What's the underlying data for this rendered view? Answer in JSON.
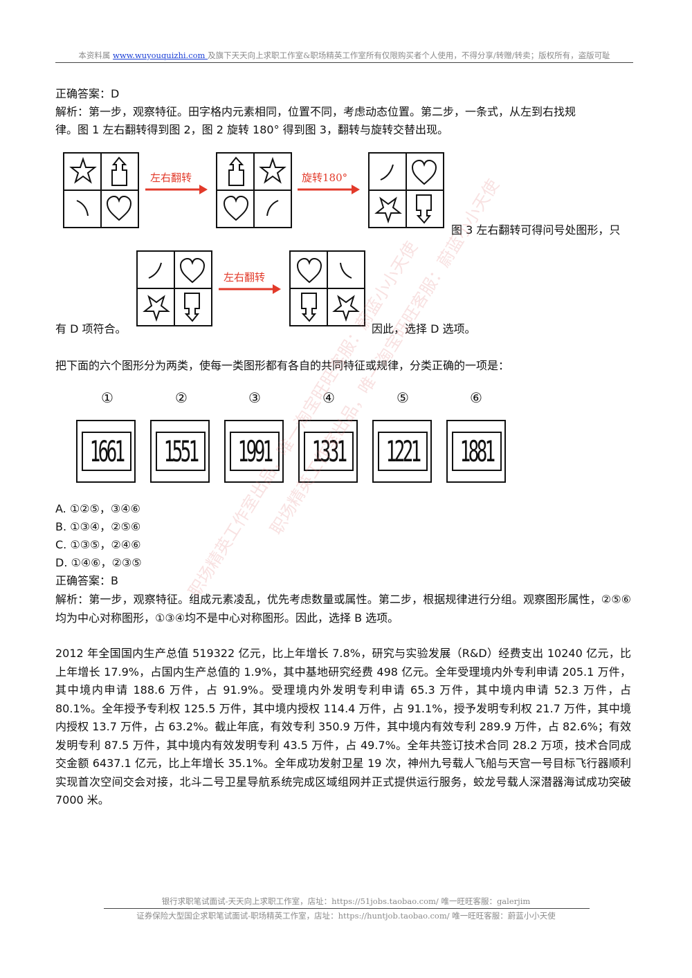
{
  "header": {
    "prefix": "本资料属 ",
    "link": "www.wuyouquizhi.com ",
    "suffix": "及旗下天天向上求职工作室&职场精英工作室所有仅限购买者个人使用，不得分享/转赠/转卖；版权所有，盗版可耻"
  },
  "q1": {
    "answer": "正确答案：D",
    "analysis_line1": "解析：第一步，观察特征。田字格内元素相同，位置不同，考虑动态位置。第二步，一条式，从左到右找规",
    "analysis_line2": "律。图 1 左右翻转得到图 2，图 2 旋转 180° 得到图 3，翻转与旋转交替出现。",
    "arrow1_label": "左右翻转",
    "arrow2_label": "旋转180°",
    "arrow3_label": "左右翻转",
    "text_after_fig3": "图 3 左右翻转可得问号处图形，只",
    "text_line_start": "有 D 项符合。",
    "text_line_end": "因此，选择 D 选项。"
  },
  "q2": {
    "question": "把下面的六个图形分为两类，使每一类图形都有各自的共同特征或规律，分类正确的一项是：",
    "labels": [
      "①",
      "②",
      "③",
      "④",
      "⑤",
      "⑥"
    ],
    "figures": [
      "1661",
      "1551",
      "1991",
      "1331",
      "1221",
      "1881"
    ],
    "options": [
      "A. ①②⑤，③④⑥",
      "B. ①③④，②⑤⑥",
      "C. ①③⑤，②④⑥",
      "D. ①④⑥，②③⑤"
    ],
    "answer": "正确答案：B",
    "analysis": "解析：第一步，观察特征。组成元素凌乱，优先考虑数量或属性。第二步，根据规律进行分组。观察图形属性，②⑤⑥均为中心对称图形，①③④均不是中心对称图形。因此，选择 B 选项。"
  },
  "passage": "2012 年全国国内生产总值 519322 亿元，比上年增长 7.8%，研究与实验发展（R&D）经费支出 10240 亿元，比上年增长 17.9%，占国内生产总值的 1.9%，其中基地研究经费 498 亿元。全年受理境内外专利申请 205.1 万件，其中境内申请 188.6 万件，占 91.9%。受理境内外发明专利申请 65.3 万件，其中境内申请 52.3 万件，占 80.1%。全年授予专利权 125.5 万件，其中境内授权 114.4 万件，占 91.1%，授予发明专利权 21.7 万件，其中境内授权 13.7 万件，占 63.2%。截止年底，有效专利 350.9 万件，其中境内有效专利 289.9 万件，占 82.6%；有效发明专利 87.5 万件，其中境内有效发明专利 43.5 万件，占 49.7%。全年共签订技术合同 28.2 万项，技术合同成交金额 6437.1 亿元，比上年增长 35.1%。全年成功发射卫星 19 次，神州九号载人飞船与天宫一号目标飞行器顺利实现首次空间交会对接，北斗二号卫星导航系统完成区域组网并正式提供运行服务，蛟龙号载人深潜器海试成功突破 7000 米。",
  "footer": {
    "line1": "银行求职笔试面试-天天向上求职工作室，店址：https://51jobs.taobao.com/ 唯一旺旺客服：galerjim",
    "line2": "证券保险大型国企求职笔试面试-职场精英工作室，店址：https://huntjob.taobao.com/ 唯一旺旺客服：蔚蓝小小天使"
  },
  "watermark": {
    "text1": "职场精英工作室出品，唯一淘宝旺旺客服：蔚蓝小小天使",
    "text2": "职场精英工作室出品，唯一淘宝旺旺客服：蔚蓝小小天使"
  },
  "colors": {
    "arrow": "#e23a2a",
    "header_text": "#8a8a8a",
    "link": "#1a3fd6",
    "watermark": "#e17878"
  }
}
